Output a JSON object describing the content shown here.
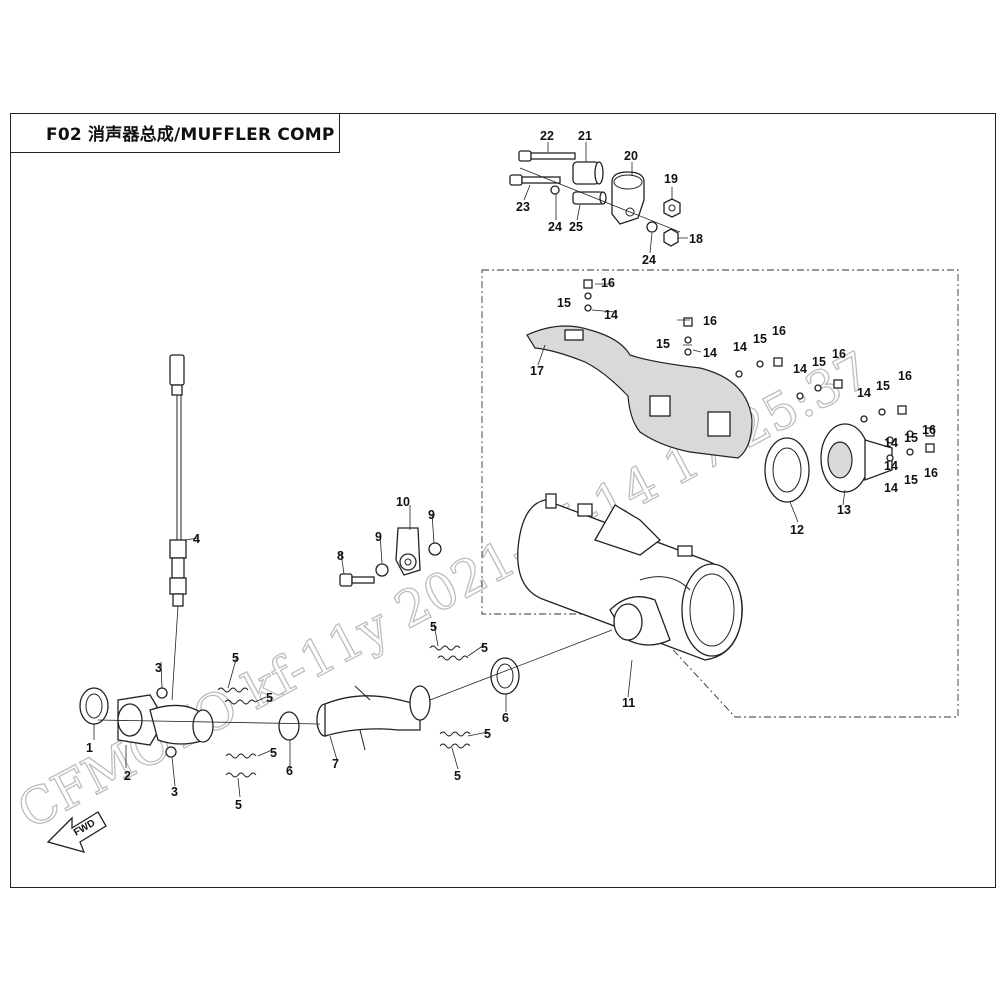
{
  "title": "F02 消声器总成/MUFFLER COMP",
  "watermark": "CFMOTO kf-11y 2021-05-14 17:25:37",
  "fwd_label": "FWD",
  "callouts": [
    {
      "id": "c1",
      "text": "1"
    },
    {
      "id": "c2",
      "text": "2"
    },
    {
      "id": "c3a",
      "text": "3"
    },
    {
      "id": "c3b",
      "text": "3"
    },
    {
      "id": "c4",
      "text": "4"
    },
    {
      "id": "c5a",
      "text": "5"
    },
    {
      "id": "c5b",
      "text": "5"
    },
    {
      "id": "c5c",
      "text": "5"
    },
    {
      "id": "c5d",
      "text": "5"
    },
    {
      "id": "c5e",
      "text": "5"
    },
    {
      "id": "c5f",
      "text": "5"
    },
    {
      "id": "c5g",
      "text": "5"
    },
    {
      "id": "c5h",
      "text": "5"
    },
    {
      "id": "c6a",
      "text": "6"
    },
    {
      "id": "c6b",
      "text": "6"
    },
    {
      "id": "c7",
      "text": "7"
    },
    {
      "id": "c8",
      "text": "8"
    },
    {
      "id": "c9a",
      "text": "9"
    },
    {
      "id": "c9b",
      "text": "9"
    },
    {
      "id": "c10",
      "text": "10"
    },
    {
      "id": "c11",
      "text": "11"
    },
    {
      "id": "c12",
      "text": "12"
    },
    {
      "id": "c13",
      "text": "13"
    },
    {
      "id": "c14a",
      "text": "14"
    },
    {
      "id": "c14b",
      "text": "14"
    },
    {
      "id": "c14c",
      "text": "14"
    },
    {
      "id": "c14d",
      "text": "14"
    },
    {
      "id": "c14e",
      "text": "14"
    },
    {
      "id": "c14f",
      "text": "14"
    },
    {
      "id": "c14g",
      "text": "14"
    },
    {
      "id": "c14h",
      "text": "14"
    },
    {
      "id": "c15a",
      "text": "15"
    },
    {
      "id": "c15b",
      "text": "15"
    },
    {
      "id": "c15c",
      "text": "15"
    },
    {
      "id": "c15d",
      "text": "15"
    },
    {
      "id": "c15e",
      "text": "15"
    },
    {
      "id": "c15f",
      "text": "15"
    },
    {
      "id": "c15g",
      "text": "15"
    },
    {
      "id": "c16a",
      "text": "16"
    },
    {
      "id": "c16b",
      "text": "16"
    },
    {
      "id": "c16c",
      "text": "16"
    },
    {
      "id": "c16d",
      "text": "16"
    },
    {
      "id": "c16e",
      "text": "16"
    },
    {
      "id": "c16f",
      "text": "16"
    },
    {
      "id": "c16g",
      "text": "16"
    },
    {
      "id": "c17",
      "text": "17"
    },
    {
      "id": "c18",
      "text": "18"
    },
    {
      "id": "c19",
      "text": "19"
    },
    {
      "id": "c20",
      "text": "20"
    },
    {
      "id": "c21",
      "text": "21"
    },
    {
      "id": "c22",
      "text": "22"
    },
    {
      "id": "c23",
      "text": "23"
    },
    {
      "id": "c24a",
      "text": "24"
    },
    {
      "id": "c24b",
      "text": "24"
    },
    {
      "id": "c25",
      "text": "25"
    }
  ]
}
